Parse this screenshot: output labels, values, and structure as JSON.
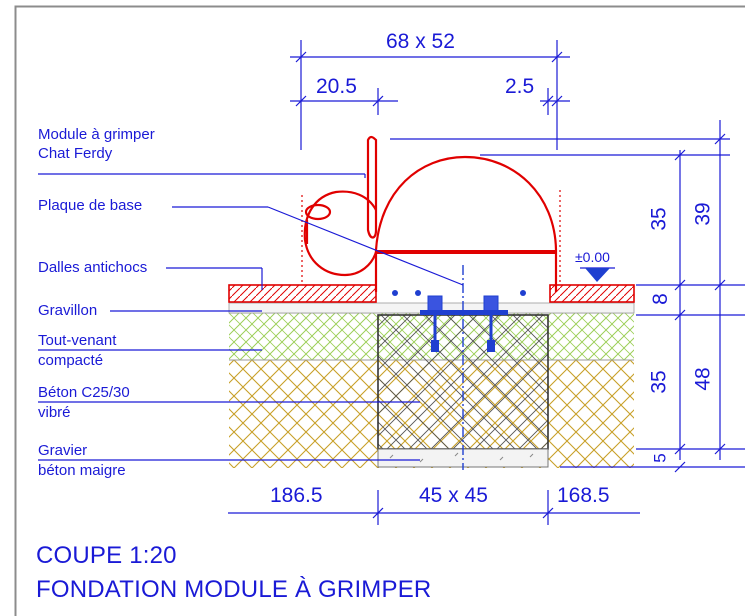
{
  "labels": {
    "module_line1": "Module à grimper",
    "module_line2": "Chat Ferdy",
    "plaque": "Plaque de base",
    "dalles": "Dalles antichocs",
    "gravillon": "Gravillon",
    "tout_venant_line1": "Tout-venant",
    "tout_venant_line2": "compacté",
    "beton_line1": "Béton C25/30",
    "beton_line2": "vibré",
    "gravier_line1": "Gravier",
    "gravier_line2": "béton maigre"
  },
  "dimensions": {
    "top_overall": "68 x 52",
    "top_left": "20.5",
    "top_right": "2.5",
    "right_35_upper": "35",
    "right_39": "39",
    "right_8": "8",
    "right_35_lower": "35",
    "right_48": "48",
    "right_5": "5",
    "bottom_left": "186.5",
    "bottom_mid": "45 x 45",
    "bottom_right": "168.5",
    "elevation": "±0.00"
  },
  "title": {
    "line1": "COUPE   1:20",
    "line2": "FONDATION  MODULE À GRIMPER"
  },
  "colors": {
    "annotation": "#1a1ad6",
    "structure": "#e00000",
    "tout_venant_hatch": "#9ccf57",
    "soil_hatch": "#c8a028",
    "concrete_hatch": "#555555",
    "anchor": "#1f3fd0"
  }
}
